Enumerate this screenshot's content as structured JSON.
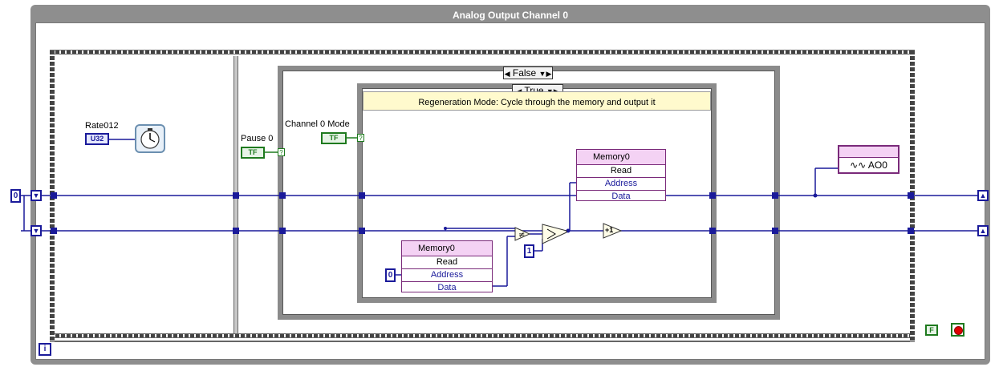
{
  "loop_title": "Analog Output Channel 0",
  "case_outer_selector": "False",
  "case_inner_selector": "True",
  "comment": "Regeneration Mode: Cycle through the memory and output it",
  "labels": {
    "rate": "Rate012",
    "pause": "Pause 0",
    "channel_mode": "Channel 0 Mode"
  },
  "terminals": {
    "rate_type": "U32",
    "pause_type": "TF",
    "mode_type": "TF",
    "stop_const": "F",
    "init_const": "0",
    "addr_const": "0",
    "inc_const": "1",
    "increment_op": "+1",
    "iteration": "i"
  },
  "memory_read_1": {
    "name": "Memory0",
    "method": "Read",
    "in": "Address",
    "out": "Data"
  },
  "memory_read_2": {
    "name": "Memory0",
    "method": "Read",
    "in": "Address",
    "out": "Data"
  },
  "ao_node": {
    "name": "AO0"
  },
  "colors": {
    "wire_blue": "#1a1a9a",
    "bool_green": "#1e7a1e",
    "fpga_purple": "#7a2a7a",
    "frame_gray": "#8e8e8e"
  }
}
